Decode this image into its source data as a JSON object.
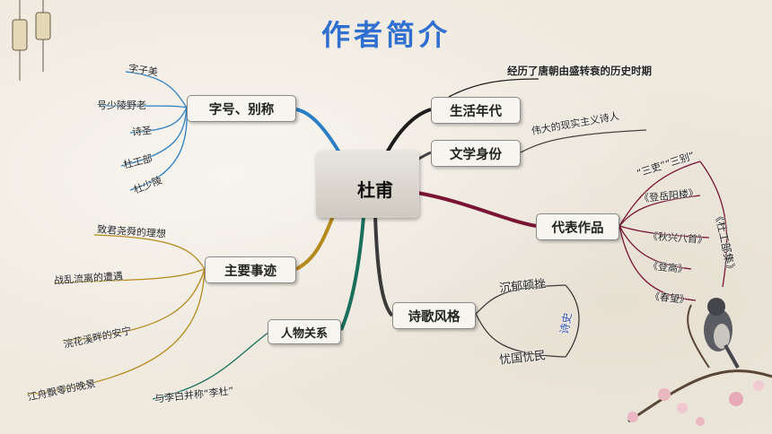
{
  "title": "作者简介",
  "center": "杜甫",
  "branches": {
    "era": {
      "label": "生活年代",
      "leaves": [
        "经历了唐朝由盛转衰的历史时期"
      ]
    },
    "identity": {
      "label": "文学身份",
      "leaves": [
        "伟大的现实主义诗人"
      ]
    },
    "works": {
      "label": "代表作品",
      "leaves": [
        "“三吏”“三别”",
        "《登岳阳楼》",
        "《秋兴八首》",
        "《登高》",
        "《春望》"
      ],
      "collection": "《杜工部集》"
    },
    "style": {
      "label": "诗歌风格",
      "leaves": [
        "沉郁顿挫",
        "忧国忧民"
      ],
      "honor": "诗史"
    },
    "names": {
      "label": "字号、别称",
      "leaves": [
        "字子美",
        "号少陵野老",
        "诗圣",
        "杜工部",
        "杜少陵"
      ]
    },
    "events": {
      "label": "主要事迹",
      "leaves": [
        "致君尧舜的理想",
        "战乱流离的遭遇",
        "浣花溪畔的安宁",
        "江舟飘零的晚景"
      ]
    },
    "relations": {
      "label": "人物关系",
      "leaves": [
        "与李白并称“李杜”"
      ]
    }
  }
}
